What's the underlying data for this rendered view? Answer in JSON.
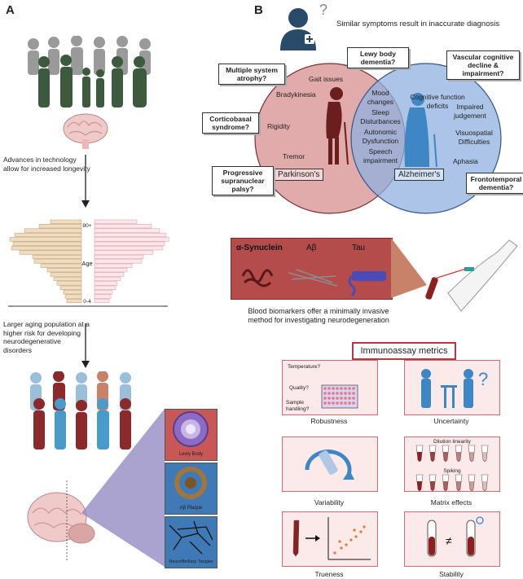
{
  "panels": {
    "a": "A",
    "b": "B"
  },
  "panel_a": {
    "technology_text": "Advances in technology allow for increased longevity",
    "pyramid": {
      "top_label": "90+",
      "mid_label": "Age",
      "bottom_label": "0-4"
    },
    "risk_text": "Larger aging population at a higher risk for developing neurodegenerative disorders",
    "pathology": [
      "Lewy Body",
      "Aβ Plaque",
      "Neurofibrillary Tangles"
    ]
  },
  "panel_b": {
    "header": "Similar symptoms result in inaccurate diagnosis",
    "venn": {
      "left_title": "Parkinson's",
      "right_title": "Alzheimer's",
      "left_items": [
        "Gait issues",
        "Bradykinesia",
        "Rigidity",
        "Tremor"
      ],
      "center_items": [
        "Mood changes",
        "Sleep Disturbances",
        "Autonomic Dysfunction",
        "Speech impairment"
      ],
      "right_items": [
        "Cognitive function deficits",
        "Impaired judgement",
        "Visuospatial Difficulties",
        "Aphasia"
      ]
    },
    "callouts": {
      "lewy": "Lewy body dementia?",
      "msa": "Multiple system atrophy?",
      "vascular": "Vascular cognitive decline & impairment?",
      "cbs": "Corticobasal syndrome?",
      "psp": "Progressive supranuclear palsy?",
      "ftd": "Frontotemporal dementia?"
    },
    "biomarkers": {
      "items": [
        "α-Synuclein",
        "Aβ",
        "Tau"
      ],
      "caption": "Blood biomarkers offer a minimally invasive method for investigating neurodegeneration"
    },
    "metrics": {
      "title": "Immunoassay metrics",
      "robustness_notes": [
        "Temperature?",
        "Quality?",
        "Sample handling?"
      ],
      "matrix_notes": [
        "Dilution linearity",
        "Spiking"
      ],
      "labels": [
        "Robustness",
        "Uncertainty",
        "Variability",
        "Matrix effects",
        "Trueness",
        "Stability"
      ]
    }
  }
}
